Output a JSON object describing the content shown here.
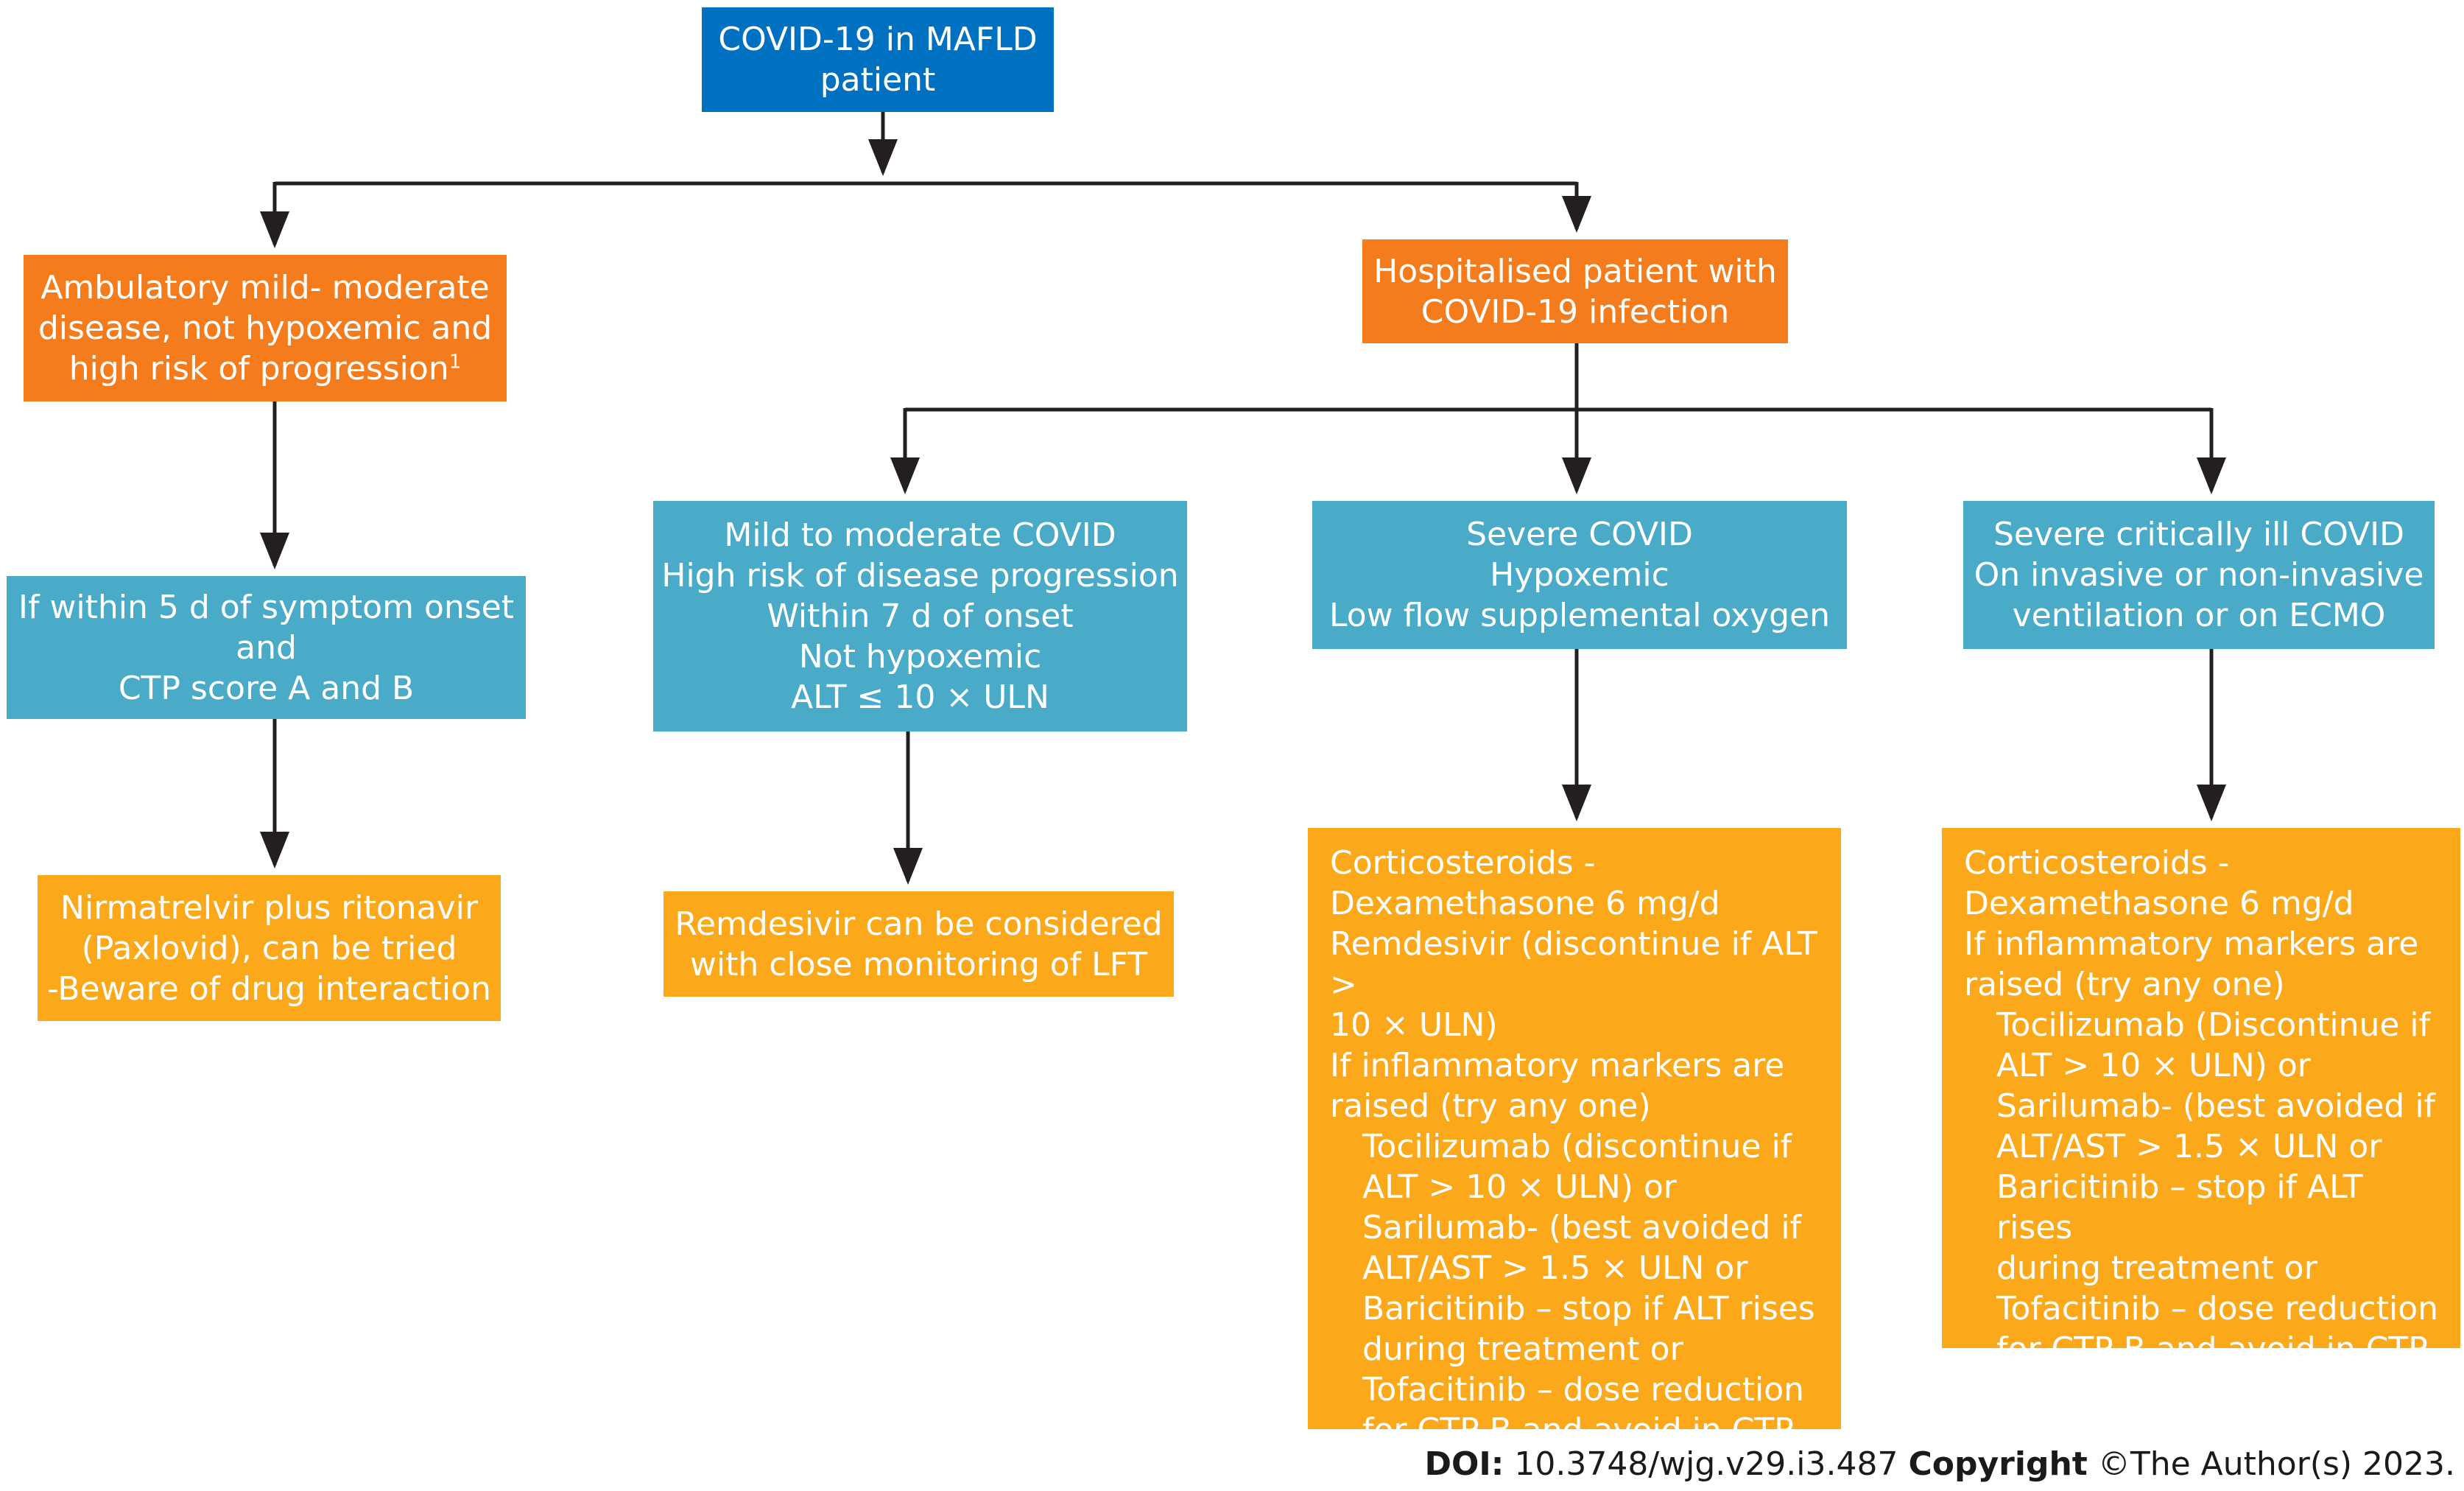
{
  "nodes": {
    "root": [
      "COVID-19 in MAFLD",
      "patient"
    ],
    "ambulatory": {
      "lines": [
        "Ambulatory mild- moderate",
        "disease, not hypoxemic and",
        "high risk of progression"
      ],
      "footnote_mark": "1"
    },
    "hospitalised": [
      "Hospitalised patient with",
      "COVID-19 infection"
    ],
    "within_5d": [
      "If within 5 d of symptom onset",
      "and",
      "CTP score A and B"
    ],
    "mild_moderate": [
      "Mild to moderate COVID",
      "High risk of disease progression",
      "Within 7 d of onset",
      "Not hypoxemic",
      "ALT ≤ 10 × ULN"
    ],
    "severe": [
      "Severe COVID",
      "Hypoxemic",
      "Low flow supplemental oxygen"
    ],
    "critical": [
      "Severe critically ill COVID",
      "On invasive or non-invasive",
      "ventilation or on ECMO"
    ],
    "nirmatrelvir": [
      "Nirmatrelvir plus ritonavir",
      "(Paxlovid), can be tried",
      "-Beware of drug interaction"
    ],
    "remdesivir": [
      "Remdesivir can be considered",
      "with close monitoring of LFT"
    ],
    "severe_treatment": [
      "Corticosteroids -",
      "Dexamethasone 6 mg/d",
      "Remdesivir (discontinue if ALT >",
      "10 × ULN)",
      "If inflammatory markers are",
      "raised (try any one)",
      "Tocilizumab (discontinue if",
      "ALT > 10 × ULN) or",
      "Sarilumab- (best avoided if",
      "ALT/AST > 1.5 × ULN or",
      "Baricitinib – stop if ALT rises",
      "during treatment or",
      "Tofacitinib – dose reduction",
      "for CTP B and avoid in CTP C"
    ],
    "critical_treatment": [
      "Corticosteroids -",
      "Dexamethasone 6 mg/d",
      "If inflammatory markers are",
      "raised (try any one)",
      "Tocilizumab (Discontinue if",
      "ALT > 10 × ULN) or",
      "Sarilumab- (best avoided if",
      "ALT/AST > 1.5 × ULN or",
      "Baricitinib – stop if ALT rises",
      "during treatment or",
      "Tofacitinib – dose reduction",
      "for CTP B and avoid in CTP C"
    ]
  },
  "footer": {
    "doi_label": "DOI:",
    "doi_value": "10.3748/wjg.v29.i3.487",
    "copyright_label": "Copyright",
    "copyright_value": "©The Author(s) 2023."
  },
  "colors": {
    "root_box": "#0071c1",
    "decision_box": "#f47c1c",
    "criteria_box": "#4aabc8",
    "treatment_box": "#fba81b",
    "connector": "#231f20"
  }
}
